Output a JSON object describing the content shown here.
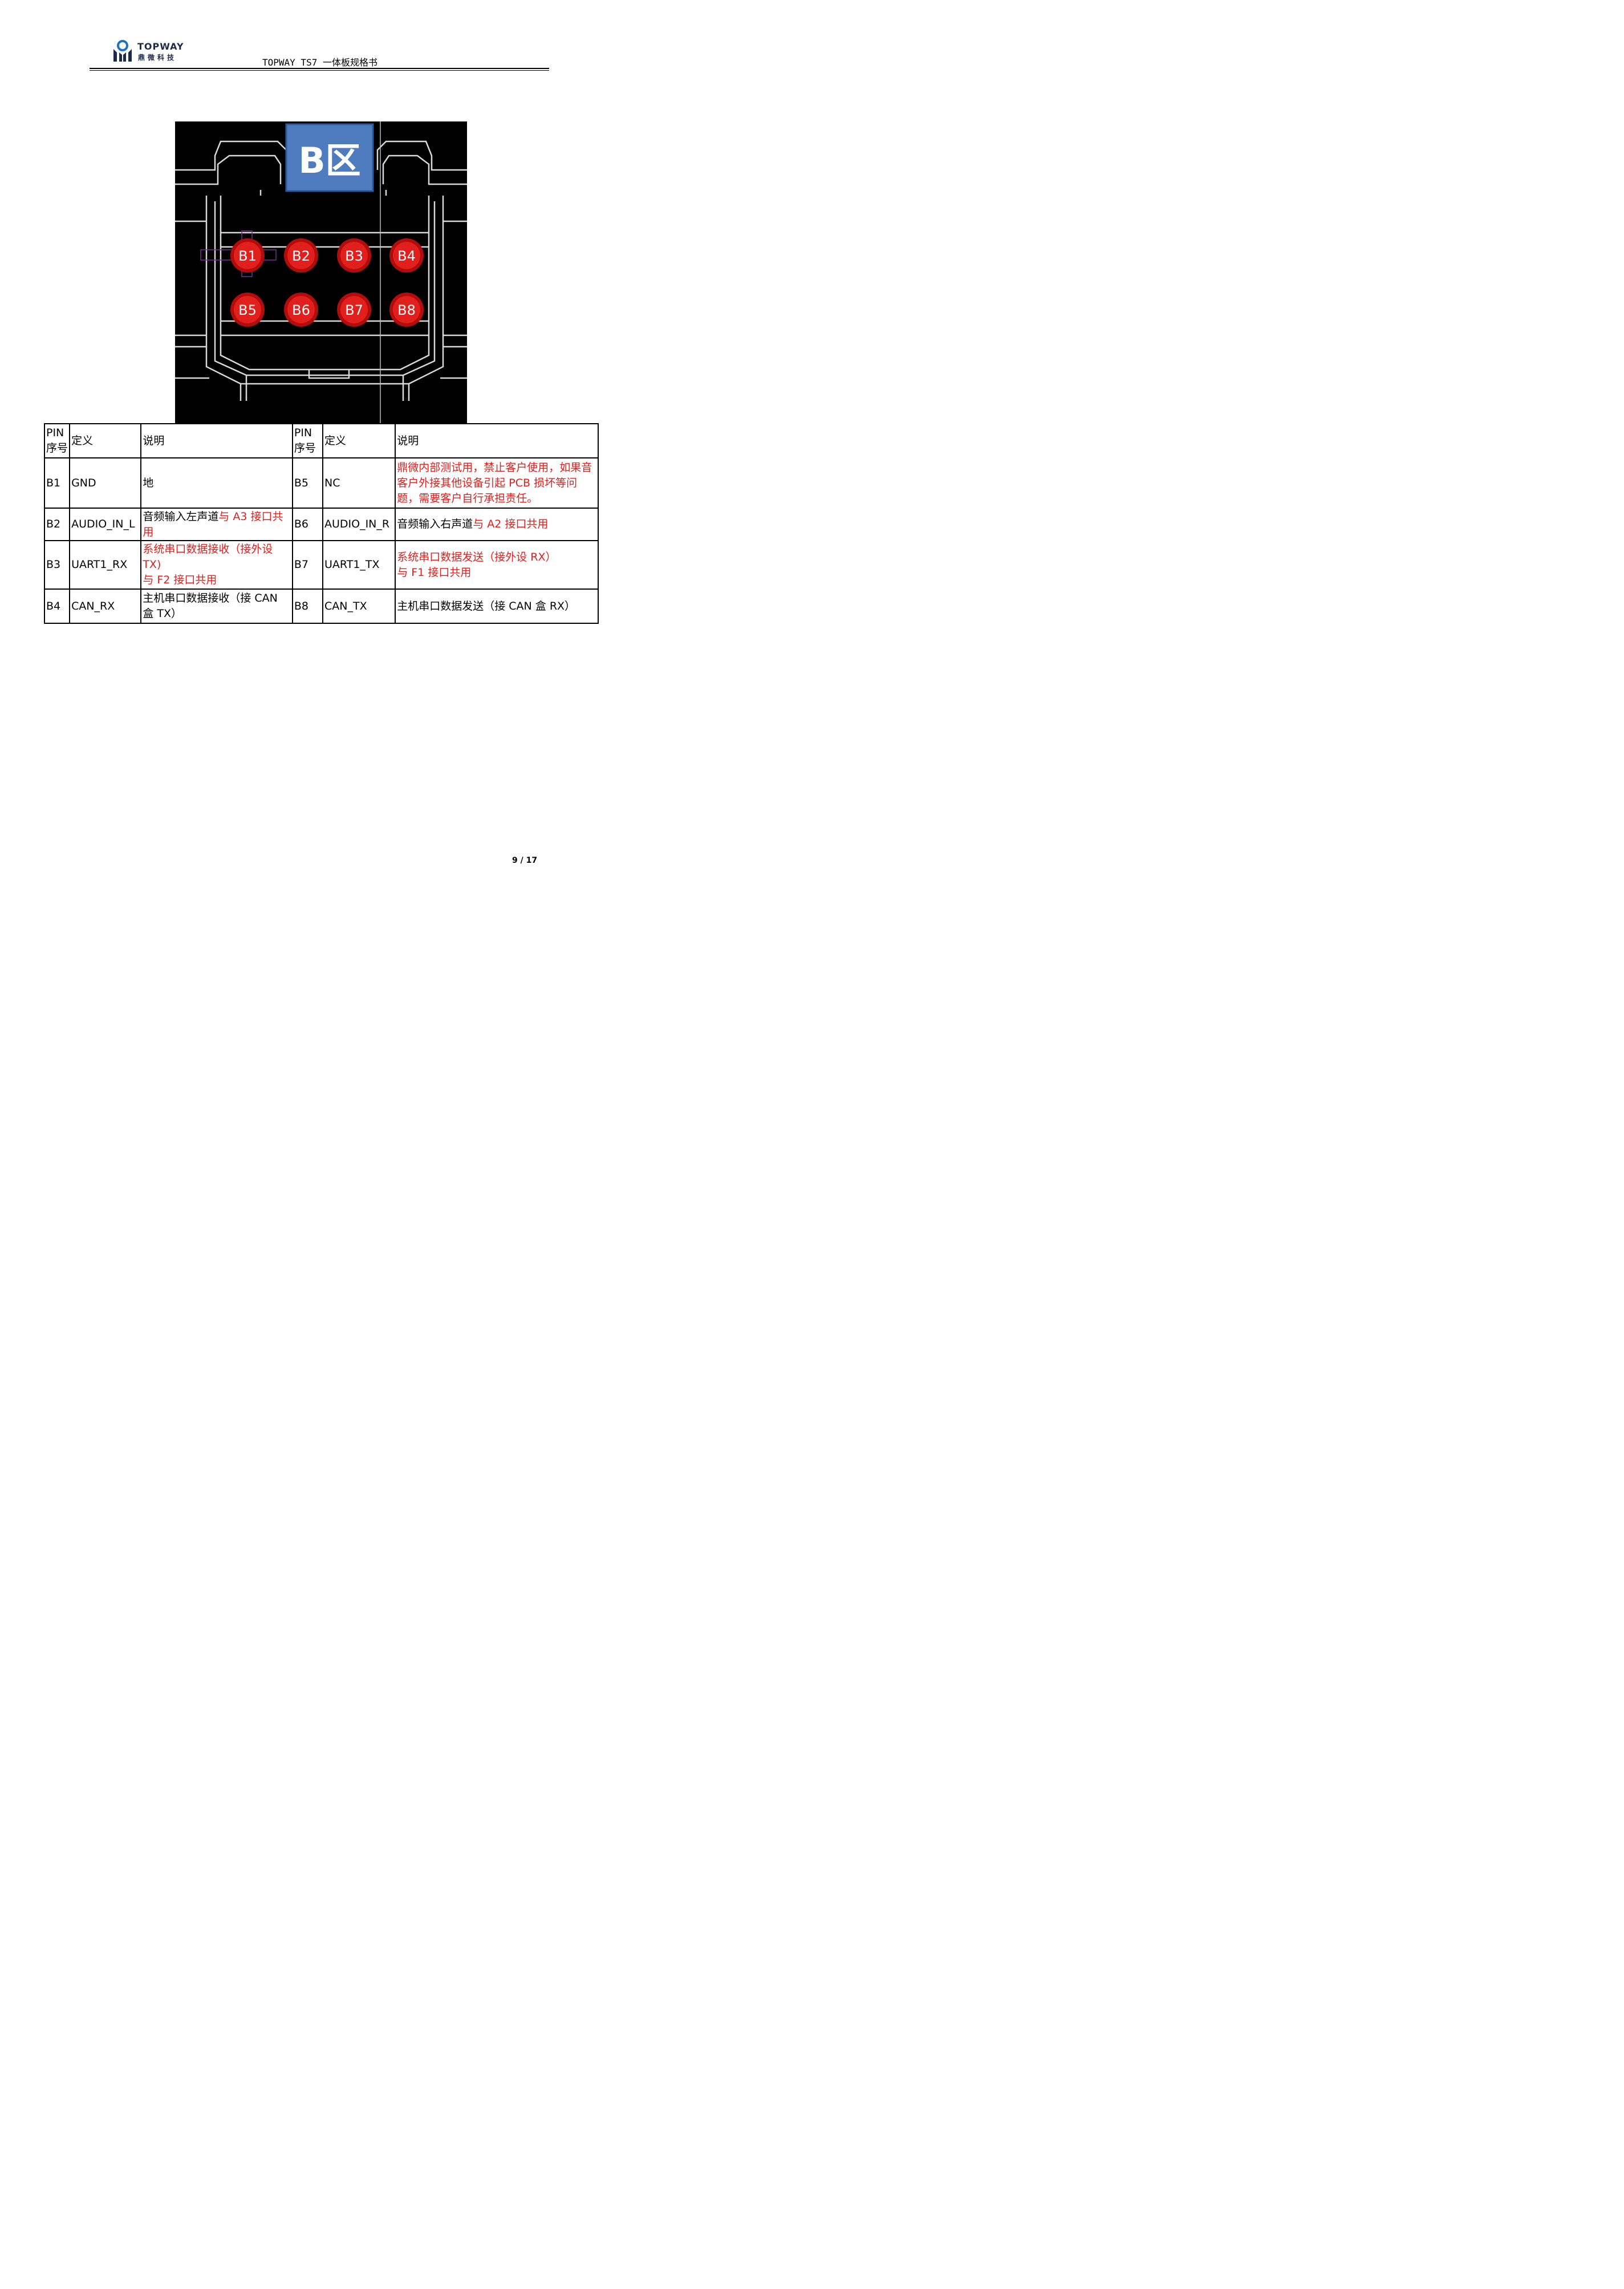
{
  "header": {
    "logo_en": "TOPWAY",
    "logo_cn": "鼎微科技",
    "doc_title": "TOPWAY TS7 一体板规格书"
  },
  "diagram": {
    "zone_label": "B区",
    "pins": [
      "B1",
      "B2",
      "B3",
      "B4",
      "B5",
      "B6",
      "B7",
      "B8"
    ]
  },
  "table": {
    "headers": {
      "pin_left": "PIN\n序号",
      "def_left": "定义",
      "desc_left": "说明",
      "pin_right": "PIN\n序号",
      "def_right": "定义",
      "desc_right": "说明"
    },
    "rows": [
      {
        "l_pin": "B1",
        "l_def": "GND",
        "l_desc": "地",
        "l_desc_red": "",
        "r_pin": "B5",
        "r_def": "NC",
        "r_desc": "",
        "r_desc_red": "鼎微内部测试用，禁止客户使用，如果音客户外接其他设备引起 PCB 损坏等问题，需要客户自行承担责任。"
      },
      {
        "l_pin": "B2",
        "l_def": "AUDIO_IN_L",
        "l_desc": "音频输入左声道",
        "l_desc_red": "与 A3 接口共用",
        "r_pin": "B6",
        "r_def": "AUDIO_IN_R",
        "r_desc": "音频输入右声道",
        "r_desc_red": "与 A2 接口共用"
      },
      {
        "l_pin": "B3",
        "l_def": "UART1_RX",
        "l_desc": "",
        "l_desc_red": "系统串口数据接收（接外设 TX)\n与 F2 接口共用",
        "r_pin": "B7",
        "r_def": "UART1_TX",
        "r_desc": "",
        "r_desc_red": "系统串口数据发送（接外设 RX）\n与 F1 接口共用"
      },
      {
        "l_pin": "B4",
        "l_def": "CAN_RX",
        "l_desc": "主机串口数据接收（接 CAN 盒 TX）",
        "l_desc_red": "",
        "r_pin": "B8",
        "r_def": "CAN_TX",
        "r_desc": "主机串口数据发送（接 CAN 盒 RX）",
        "r_desc_red": ""
      }
    ]
  },
  "footer": {
    "page": "9 / 17"
  },
  "colors": {
    "pin_red": "#e1201d",
    "zone_box": "#4f7cbf",
    "diagram_bg": "#000000",
    "diagram_lines": "#d9d9d9"
  }
}
